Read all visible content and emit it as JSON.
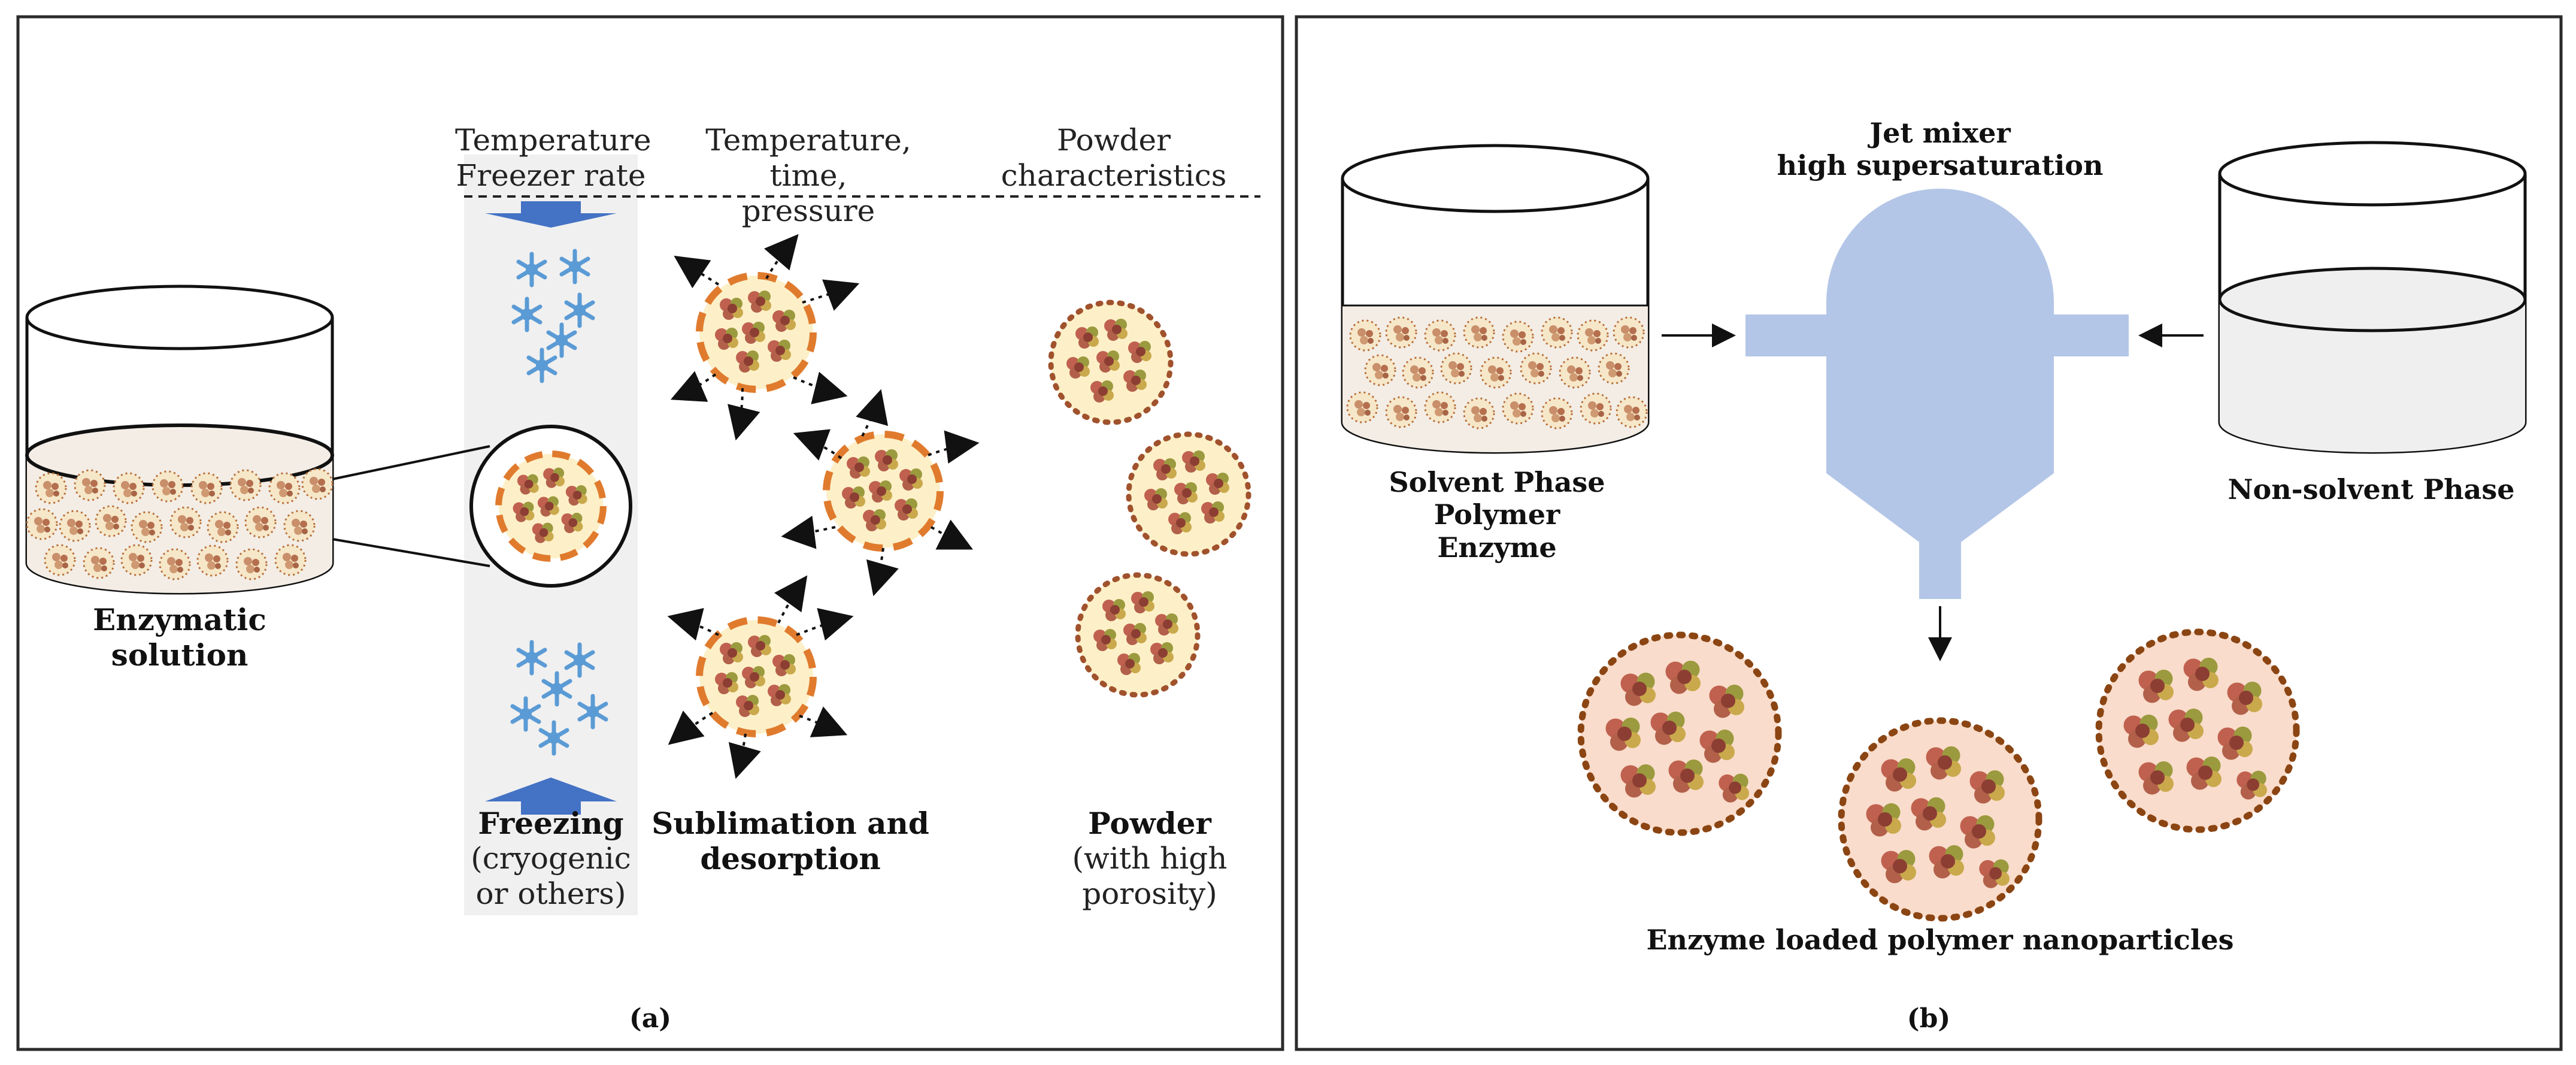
{
  "panel_a": {
    "header_freezing": "Temperature\nFreezer rate",
    "header_sublimation": "Temperature, time,\npressure",
    "header_powder": "Powder\ncharacteristics",
    "enzymatic_solution": "Enzymatic\nsolution",
    "freezing_title": "Freezing",
    "freezing_sub": "(cryogenic\nor others)",
    "sublimation": "Sublimation and\ndesorption",
    "powder_title": "Powder",
    "powder_sub": "(with high\nporosity)",
    "caption": "(a)"
  },
  "panel_b": {
    "jet_mixer": "Jet mixer\nhigh supersaturation",
    "solvent_phase": "Solvent Phase\nPolymer\nEnzyme",
    "non_solvent_phase": "Non-solvent Phase",
    "nanoparticles": "Enzyme loaded polymer nanoparticles",
    "caption": "(b)"
  },
  "colors": {
    "frame": "#2b2b2b",
    "freeze_band": "#f0f0f0",
    "arrow_blue": "#4472c4",
    "snowflake": "#5b9bd5",
    "particle_fill": "#fdf0c8",
    "dash_orange": "#e07b2e",
    "dotted_brown": "#a0522d",
    "mixer_blue": "#b4c6e7",
    "nano_fill": "#f9dccb"
  }
}
